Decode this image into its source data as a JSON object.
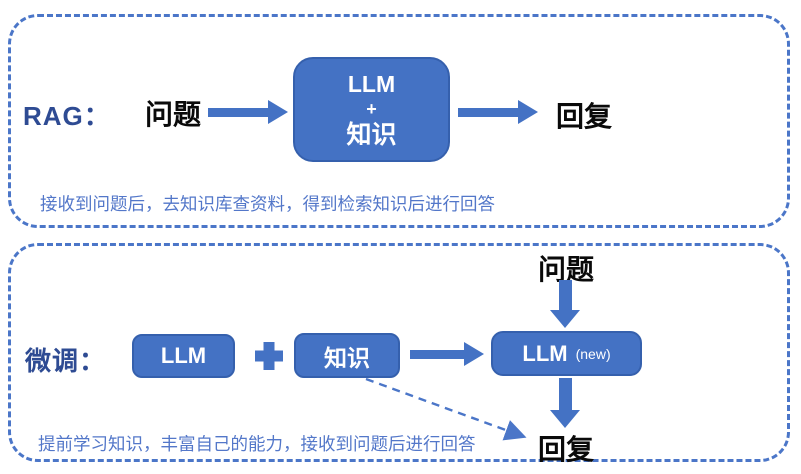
{
  "colors": {
    "box_fill": "#4472C4",
    "box_border": "#3560AD",
    "dashed_border": "#4B76C8",
    "label_blue": "#2E4B93",
    "caption_blue": "#5377C9",
    "flow_text": "#0A0A0A"
  },
  "rag": {
    "label": "RAG：",
    "question": "问题",
    "box_lines": [
      "LLM",
      "+",
      "知识"
    ],
    "reply": "回复",
    "caption": "接收到问题后，去知识库查资料，得到检索知识后进行回答"
  },
  "finetune": {
    "label": "微调：",
    "llm_box": "LLM",
    "knowledge_box": "知识",
    "new_llm_label": "LLM",
    "new_llm_note": "(new)",
    "question": "问题",
    "reply": "回复",
    "caption": "提前学习知识，丰富自己的能力，接收到问题后进行回答"
  }
}
